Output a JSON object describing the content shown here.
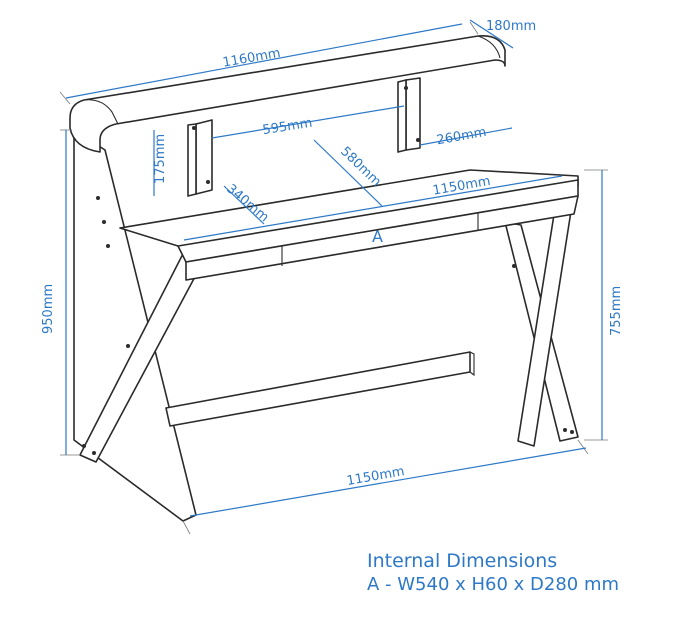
{
  "dimensions": {
    "top_width": "1160mm",
    "top_depth": "180mm",
    "shelf_gap": "595mm",
    "shelf_side": "260mm",
    "shelf_height": "175mm",
    "desk_diag": "580mm",
    "desk_depth": "340mm",
    "desk_width": "1150mm",
    "total_height": "950mm",
    "desk_height": "755mm",
    "base_width": "1150mm",
    "drawer_label": "A"
  },
  "legend": {
    "title": "Internal Dimensions",
    "line": "A - W540 x H60 x D280 mm"
  },
  "colors": {
    "dimension": "#2e79c7",
    "outline": "#2b2b2b"
  }
}
